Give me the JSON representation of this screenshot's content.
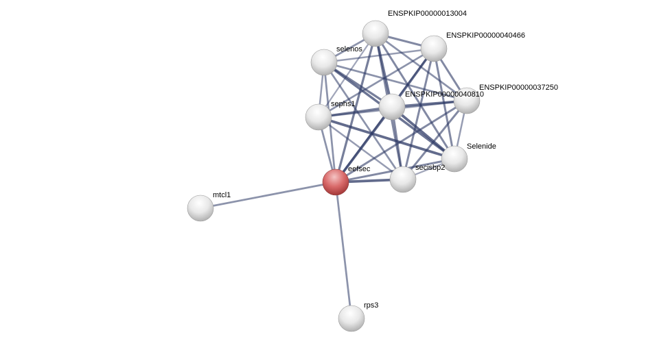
{
  "network": {
    "nodes": [
      {
        "id": "ENSPKIP00000013004",
        "label": "ENSPKIP00000013004",
        "query": false
      },
      {
        "id": "ENSPKIP00000040466",
        "label": "ENSPKIP00000040466",
        "query": false
      },
      {
        "id": "selenos",
        "label": "selenos",
        "query": false
      },
      {
        "id": "ENSPKIP00000037250",
        "label": "ENSPKIP00000037250",
        "query": false
      },
      {
        "id": "ENSPKIP00000040810",
        "label": "ENSPKIP00000040810",
        "query": false
      },
      {
        "id": "sephs1",
        "label": "sephs1",
        "query": false
      },
      {
        "id": "secisbp2",
        "label": "secisbp2",
        "query": false
      },
      {
        "id": "Selenide",
        "label": "Selenide",
        "query": false
      },
      {
        "id": "eefsec",
        "label": "eefsec",
        "query": true
      },
      {
        "id": "mtcl1",
        "label": "mtcl1",
        "query": false
      },
      {
        "id": "rps3",
        "label": "rps3",
        "query": false
      }
    ],
    "edges": [
      [
        "eefsec",
        "mtcl1",
        0.5
      ],
      [
        "eefsec",
        "rps3",
        0.5
      ],
      [
        "eefsec",
        "selenos",
        0.5
      ],
      [
        "eefsec",
        "sephs1",
        0.5
      ],
      [
        "eefsec",
        "ENSPKIP00000013004",
        0.7
      ],
      [
        "eefsec",
        "ENSPKIP00000040466",
        0.5
      ],
      [
        "eefsec",
        "ENSPKIP00000040810",
        0.9
      ],
      [
        "eefsec",
        "ENSPKIP00000037250",
        0.6
      ],
      [
        "eefsec",
        "Selenide",
        0.6
      ],
      [
        "eefsec",
        "secisbp2",
        0.9
      ],
      [
        "selenos",
        "ENSPKIP00000013004",
        0.5
      ],
      [
        "selenos",
        "ENSPKIP00000040466",
        0.4
      ],
      [
        "selenos",
        "sephs1",
        0.4
      ],
      [
        "selenos",
        "ENSPKIP00000040810",
        0.7
      ],
      [
        "selenos",
        "ENSPKIP00000037250",
        0.5
      ],
      [
        "selenos",
        "Selenide",
        0.8
      ],
      [
        "selenos",
        "secisbp2",
        0.5
      ],
      [
        "ENSPKIP00000013004",
        "ENSPKIP00000040466",
        0.6
      ],
      [
        "ENSPKIP00000013004",
        "sephs1",
        0.3
      ],
      [
        "ENSPKIP00000013004",
        "ENSPKIP00000040810",
        0.8
      ],
      [
        "ENSPKIP00000013004",
        "ENSPKIP00000037250",
        0.5
      ],
      [
        "ENSPKIP00000013004",
        "Selenide",
        0.6
      ],
      [
        "ENSPKIP00000013004",
        "secisbp2",
        0.6
      ],
      [
        "ENSPKIP00000040466",
        "sephs1",
        0.5
      ],
      [
        "ENSPKIP00000040466",
        "ENSPKIP00000040810",
        0.8
      ],
      [
        "ENSPKIP00000040466",
        "ENSPKIP00000037250",
        0.6
      ],
      [
        "ENSPKIP00000040466",
        "Selenide",
        0.6
      ],
      [
        "ENSPKIP00000040466",
        "secisbp2",
        0.6
      ],
      [
        "sephs1",
        "ENSPKIP00000040810",
        0.7
      ],
      [
        "sephs1",
        "ENSPKIP00000037250",
        0.5
      ],
      [
        "sephs1",
        "Selenide",
        0.9
      ],
      [
        "sephs1",
        "secisbp2",
        0.4
      ],
      [
        "ENSPKIP00000040810",
        "ENSPKIP00000037250",
        0.8
      ],
      [
        "ENSPKIP00000040810",
        "Selenide",
        0.9
      ],
      [
        "ENSPKIP00000040810",
        "secisbp2",
        0.6
      ],
      [
        "ENSPKIP00000037250",
        "Selenide",
        0.4
      ],
      [
        "ENSPKIP00000037250",
        "secisbp2",
        0.6
      ],
      [
        "Selenide",
        "secisbp2",
        0.3
      ]
    ],
    "colors": {
      "edge": "#2e3a66",
      "query_node": "#d95b5b",
      "node": "#e4e4e4"
    }
  }
}
